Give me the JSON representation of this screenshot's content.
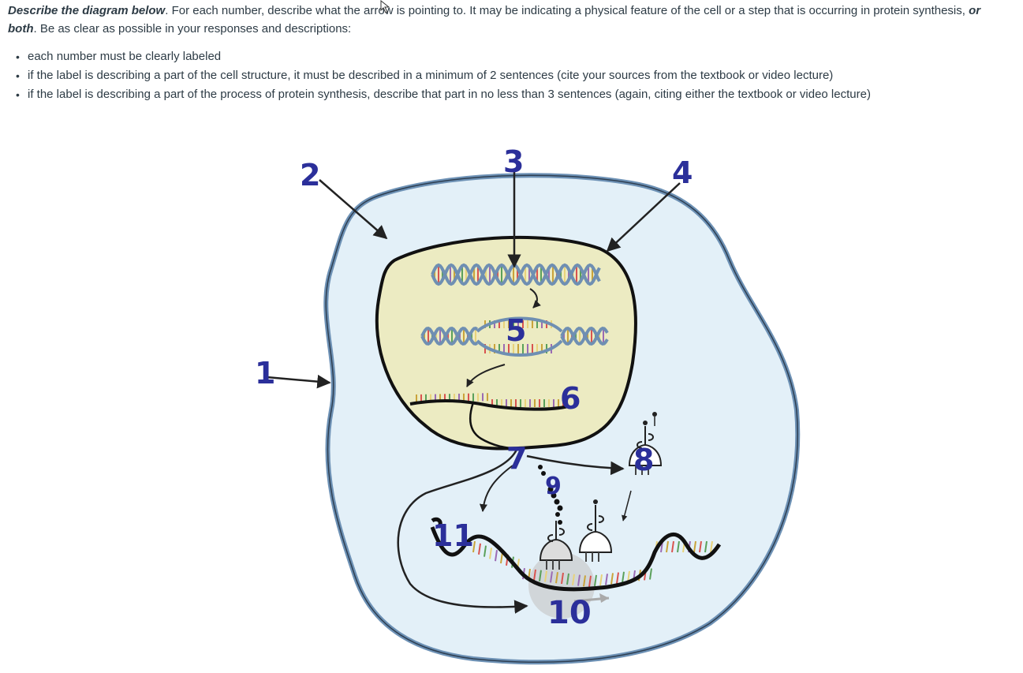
{
  "instructions": {
    "title": "Describe the diagram below",
    "body": ". For each number, describe what the arrow is pointing to. It may be indicating a physical feature of the cell or a step that is occurring in protein synthesis, ",
    "or_word": "or",
    "both_word": "both",
    "tail": ". Be as clear as possible in your responses and descriptions:"
  },
  "bullets": [
    "each number must be clearly labeled",
    "if the label is describing a part of the cell structure, it must be described in a minimum of 2 sentences (cite your sources from the textbook or video lecture)",
    "if the label is describing a part of the process of protein synthesis, describe that part in no less than 3 sentences (again, citing either the textbook or video lecture)"
  ],
  "diagram_labels": {
    "n1": "1",
    "n2": "2",
    "n3": "3",
    "n4": "4",
    "n5": "5",
    "n6": "6",
    "n7": "7",
    "n8": "8",
    "n9": "9",
    "n10": "10",
    "n11": "11"
  },
  "colors": {
    "label": "#2b2f9a",
    "cytoplasm": "#e3f0f8",
    "membrane": "#6d91b5",
    "nucleus": "#ecebc2",
    "dna": "#6f8fb2"
  }
}
